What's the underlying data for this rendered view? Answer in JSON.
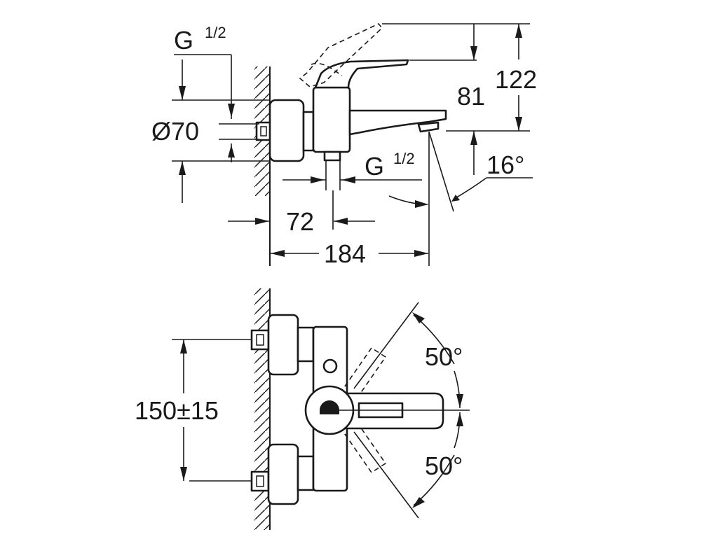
{
  "side_view": {
    "thread_top": {
      "g": "G",
      "frac": "1/2"
    },
    "thread_bottom": {
      "g": "G",
      "frac": "1/2"
    },
    "diameter": "Ø70",
    "height_spout": "81",
    "height_total": "122",
    "angle": "16°",
    "depth_72": "72",
    "depth_184": "184"
  },
  "top_view": {
    "centers": "150±15",
    "angle_up": "50°",
    "angle_down": "50°"
  }
}
